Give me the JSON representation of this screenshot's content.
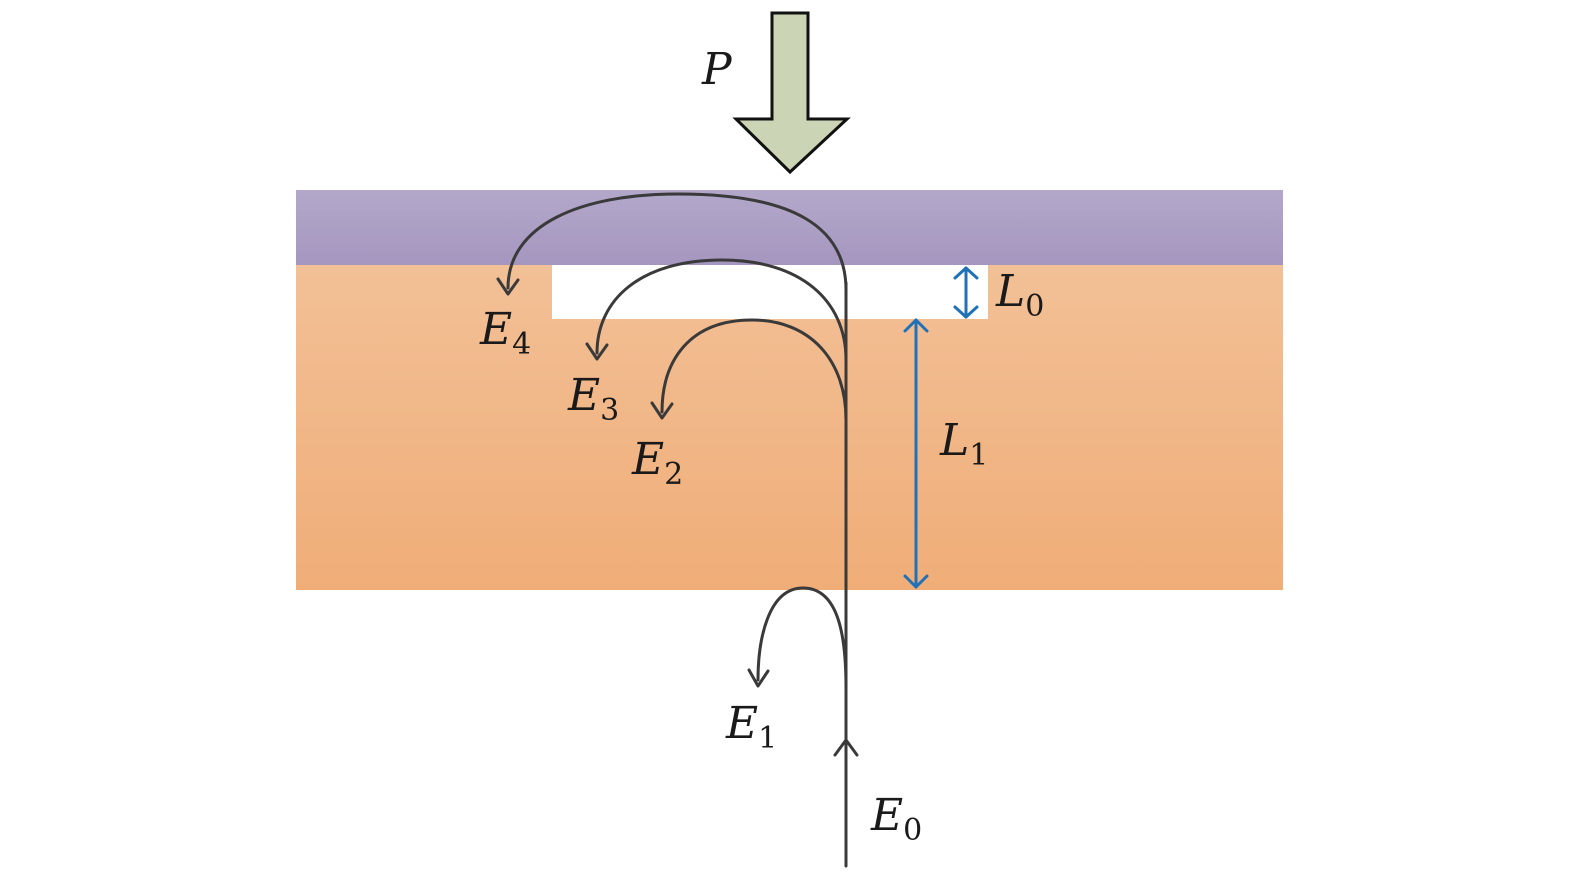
{
  "labels": {
    "pressure": "P",
    "E0": {
      "base": "E",
      "sub": "0"
    },
    "E1": {
      "base": "E",
      "sub": "1"
    },
    "E2": {
      "base": "E",
      "sub": "2"
    },
    "E3": {
      "base": "E",
      "sub": "3"
    },
    "E4": {
      "base": "E",
      "sub": "4"
    },
    "L0": {
      "base": "L",
      "sub": "0"
    },
    "L1": {
      "base": "L",
      "sub": "1"
    }
  },
  "colors": {
    "top_layer": [
      "#b3a8ca",
      "#a596bf"
    ],
    "substrate": [
      "#f2c096",
      "#f0ad78"
    ],
    "gap": "#ffffff",
    "arrow_fill": "#cbd4b5",
    "ray": "#3a3a3a",
    "dimension": "#1f72b8"
  }
}
